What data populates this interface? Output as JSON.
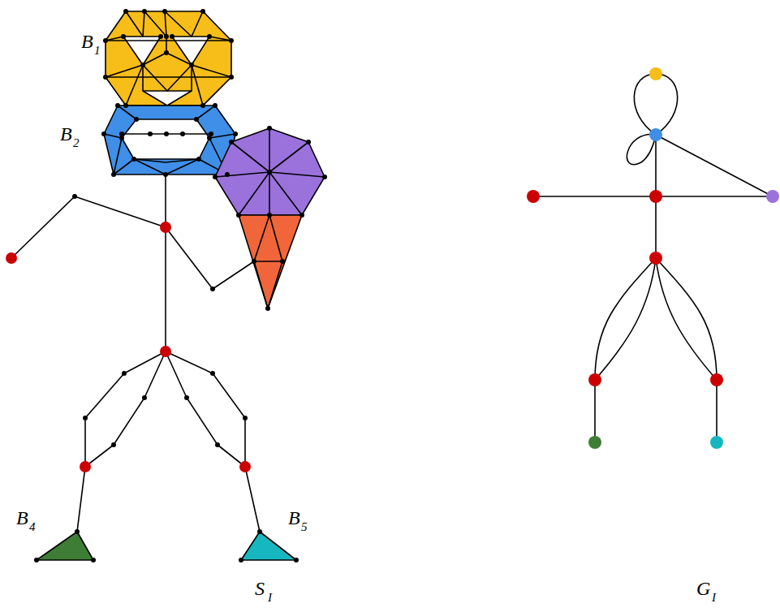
{
  "diagram": {
    "labels": [
      "B",
      "1",
      "B",
      "2",
      "B",
      "4",
      "B",
      "5",
      "S",
      "I",
      "G",
      "I"
    ]
  }
}
